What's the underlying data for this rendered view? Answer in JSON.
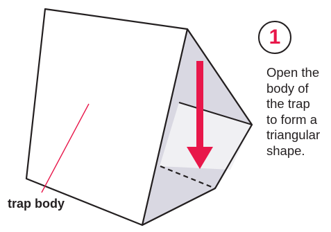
{
  "step": {
    "number": "1",
    "instruction_lines": [
      "Open the",
      "body of",
      "the trap",
      "to form a",
      "triangular",
      "shape."
    ]
  },
  "callout": {
    "label": "trap body"
  },
  "colors": {
    "accent": "#e8174a",
    "ink": "#231f20",
    "side_face": "#d9d8e2",
    "middle_panel": "#f0f0f3",
    "front_face": "#ffffff"
  },
  "icons": {
    "step_badge": "circled-number",
    "direction": "down-arrow-icon"
  }
}
